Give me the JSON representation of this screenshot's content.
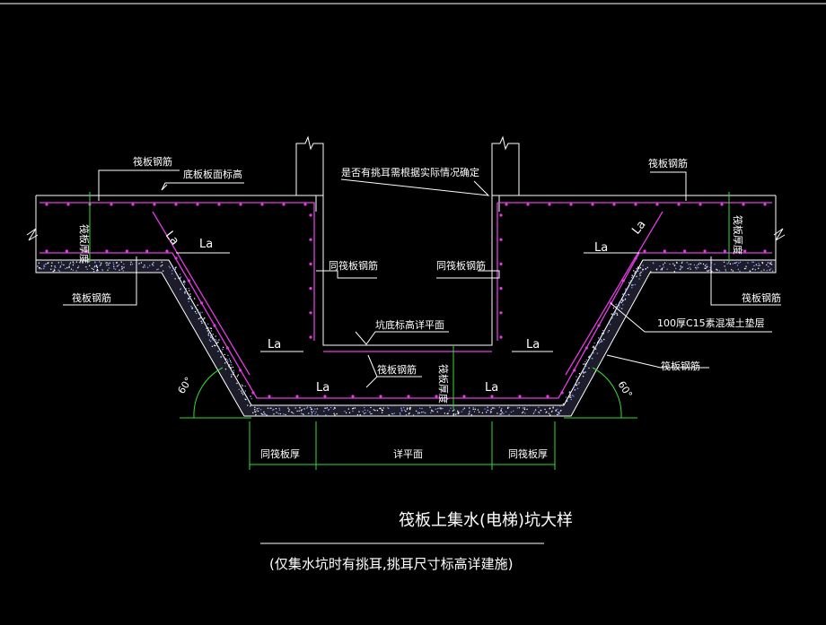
{
  "title": "筏板上集水(电梯)坑大样",
  "subtitle": "(仅集水坑时有挑耳,挑耳尺寸标高详建施)",
  "labels": {
    "raft_rebar": "筏板钢筋",
    "bottom_elev": "底板板面标高",
    "cantilever_note": "是否有挑耳需根据实际情况确定",
    "same_raft_rebar": "同筏板钢筋",
    "pit_bottom_elev": "坑底标高详平面",
    "raft_thickness": "筏板厚度",
    "cushion": "100厚C15素混凝土垫层",
    "same_raft_thick": "同筏板厚",
    "see_plan": "详平面",
    "la": "La",
    "angle": "60°"
  },
  "colors": {
    "line": "#ffffff",
    "rebar": "#e23ce2",
    "dimension": "#33dd33",
    "background": "#000000"
  }
}
